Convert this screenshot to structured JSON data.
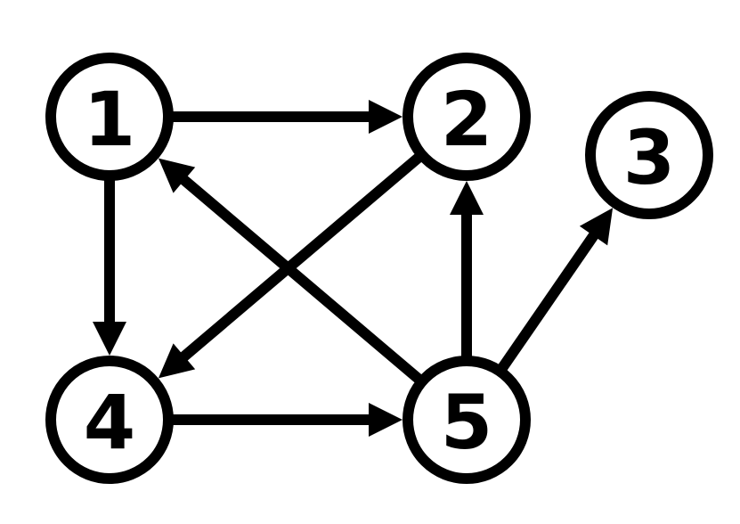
{
  "nodes": [
    {
      "id": "1",
      "label": "1"
    },
    {
      "id": "2",
      "label": "2"
    },
    {
      "id": "3",
      "label": "3"
    },
    {
      "id": "4",
      "label": "4"
    },
    {
      "id": "5",
      "label": "5"
    }
  ],
  "edges": [
    {
      "from": "1",
      "to": "2"
    },
    {
      "from": "1",
      "to": "4"
    },
    {
      "from": "2",
      "to": "4"
    },
    {
      "from": "4",
      "to": "5"
    },
    {
      "from": "5",
      "to": "1"
    },
    {
      "from": "5",
      "to": "2"
    },
    {
      "from": "5",
      "to": "3"
    }
  ],
  "colors": {
    "stroke": "#000000",
    "fill": "#ffffff",
    "background": "#ffffff"
  }
}
